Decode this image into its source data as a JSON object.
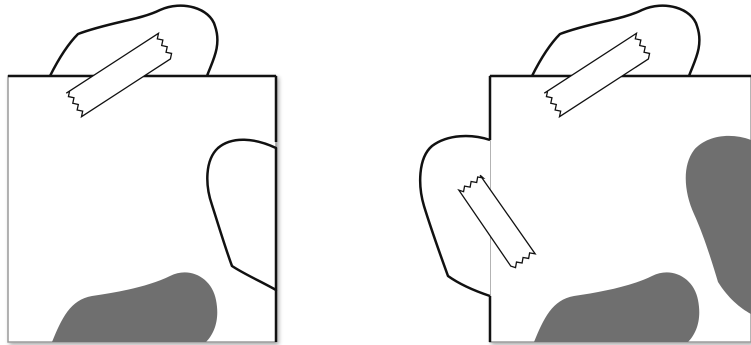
{
  "panels": [
    {
      "id": "before",
      "contents": [
        "paper-square",
        "top-flap",
        "tape-strip",
        "right-flap",
        "gray-blob"
      ]
    },
    {
      "id": "after",
      "contents": [
        "paper-square",
        "top-flap",
        "tape-strip",
        "left-flap",
        "tape-strip",
        "gray-blob",
        "gray-blob-right"
      ]
    }
  ],
  "arrow": {
    "direction": "left",
    "color": "#3c92b0"
  },
  "colors": {
    "paper": "#ffffff",
    "outline": "#111111",
    "gray_shape": "#6f6f6f",
    "shadow": "#9a9a9a"
  }
}
